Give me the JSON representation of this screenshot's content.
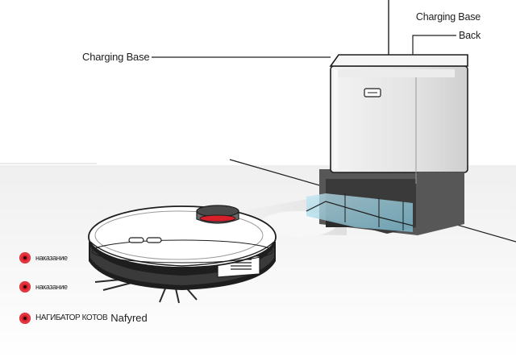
{
  "labels": {
    "top_right": "Charging Base",
    "back": "Back",
    "left": "Charging Base"
  },
  "bullets": [
    {
      "text": "наказание"
    },
    {
      "text": "наказание"
    },
    {
      "text": "НАГИБАТОР КОТОВ",
      "strong": "Nafyred"
    }
  ],
  "colors": {
    "bullet_red": "#d8202a",
    "line": "#1e1e1e",
    "dock_body": "#e7e7e7",
    "dock_base": "#5b5b5b",
    "glass": "#9fd4e6"
  },
  "icons": [
    "robot-vacuum",
    "charging-dock",
    "red-bullet-dot"
  ]
}
